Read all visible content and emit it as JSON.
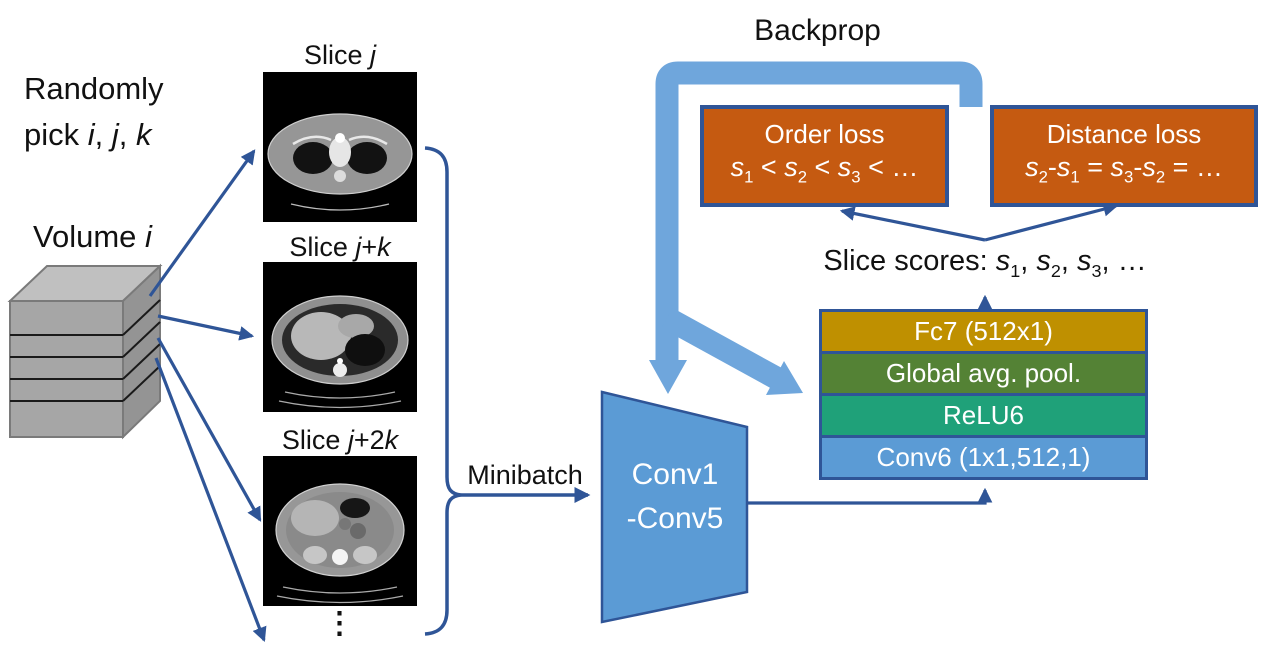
{
  "colors": {
    "arrow_blue": "#2F5597",
    "thick_arrow_blue": "#6FA6DC",
    "backbone_fill": "#5B9BD5",
    "loss_fill": "#C55A11",
    "volume_front": "#A6A6A6",
    "volume_top": "#C0C0C0",
    "volume_side": "#949494"
  },
  "left_panel": {
    "instruction_line1": "Randomly",
    "instruction_line2_html": "pick <i>i</i>, <i>j</i>, <i>k</i>",
    "volume_label_html": "Volume <i>i</i>"
  },
  "slices": {
    "items": [
      {
        "label_html": "Slice <i>j</i>"
      },
      {
        "label_html": "Slice <i>j</i>+<i>k</i>"
      },
      {
        "label_html": "Slice <i>j</i>+2<i>k</i>"
      }
    ],
    "ellipsis": "⋮"
  },
  "pipeline": {
    "minibatch_label": "Minibatch",
    "backbone_line1": "Conv1",
    "backbone_line2": "-Conv5",
    "head_layers": [
      {
        "label": "Fc7 (512x1)",
        "color": "#BF9000"
      },
      {
        "label": "Global avg. pool.",
        "color": "#548235"
      },
      {
        "label": "ReLU6",
        "color": "#1FA179"
      },
      {
        "label": "Conv6 (1x1,512,1)",
        "color": "#5B9BD5"
      }
    ],
    "slice_scores_html": "Slice scores: <i>s</i><sub>1</sub>, <i>s</i><sub>2</sub>, <i>s</i><sub>3</sub>, …"
  },
  "losses": [
    {
      "title": "Order loss",
      "formula_html": "<i>s</i><sub>1</sub> &lt; <i>s</i><sub>2</sub> &lt; <i>s</i><sub>3</sub> &lt; …"
    },
    {
      "title": "Distance loss",
      "formula_html": "<i>s</i><sub>2</sub>-<i>s</i><sub>1</sub> = <i>s</i><sub>3</sub>-<i>s</i><sub>2</sub> = …"
    }
  ],
  "backprop_label": "Backprop"
}
